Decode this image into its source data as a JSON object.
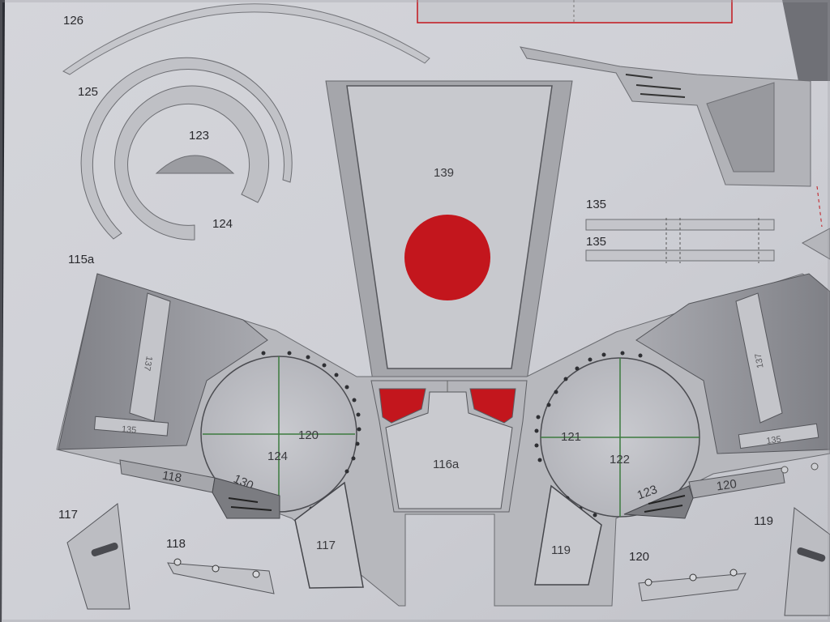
{
  "sheet": {
    "part_labels": {
      "p126": "126",
      "p125": "125",
      "p123": "123",
      "p124": "124",
      "p115a": "115a",
      "p139": "139",
      "p135a": "135",
      "p135b": "135",
      "p117": "117",
      "p118": "118",
      "p119": "119",
      "p120": "120"
    },
    "left_panel": {
      "strip_137": "137",
      "strip_135": "135",
      "part_118": "118",
      "part_130": "130",
      "disc_120": "120",
      "disc_124": "124",
      "part_117": "117"
    },
    "center_panel": {
      "part_116a": "116a"
    },
    "right_panel": {
      "strip_137": "137",
      "strip_135": "135",
      "part_120": "120",
      "disc_121": "121",
      "disc_122": "122",
      "disc_123": "123",
      "part_119": "119"
    },
    "colors": {
      "paper": "#d6d7dc",
      "red": "#c3161d",
      "grey_dark": "#8c8d92",
      "line": "#3c7a3e"
    }
  }
}
